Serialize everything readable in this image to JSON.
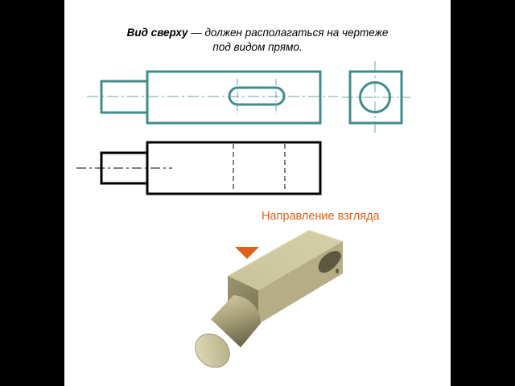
{
  "caption": {
    "term": "Вид сверху",
    "rest_line1": " — должен располагаться на чертеже",
    "line2": "под видом прямо."
  },
  "direction_label": "Направление взгляда",
  "colors": {
    "background": "#000000",
    "slide": "#ffffff",
    "view_stroke": "#3f8c8c",
    "front_stroke": "#000000",
    "arrow": "#e0601a",
    "part_body": "#b5ae84"
  }
}
